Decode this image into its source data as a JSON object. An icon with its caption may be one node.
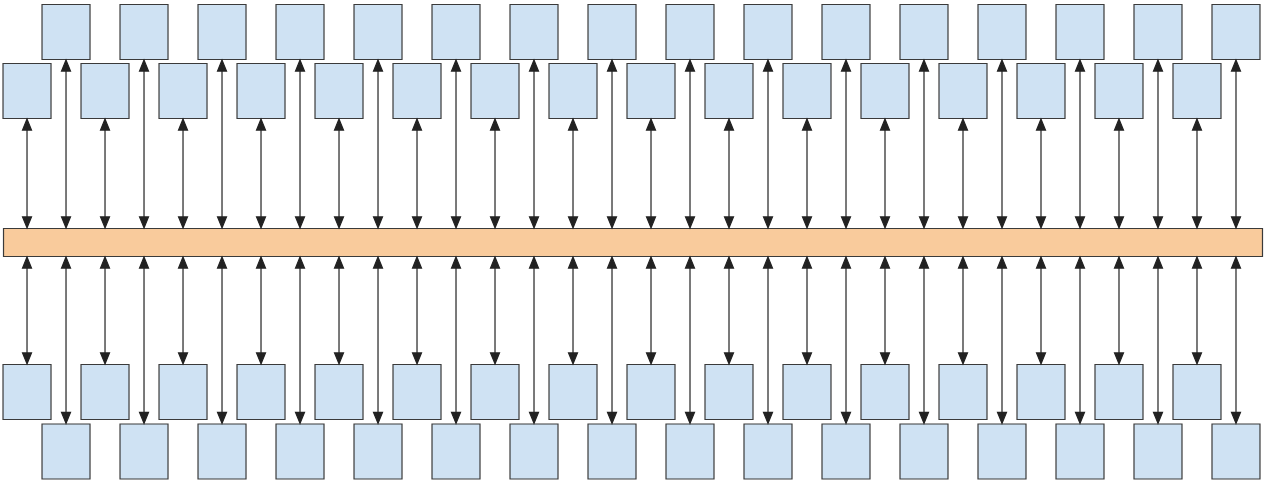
{
  "diagram": {
    "nodes": [
      {
        "text": [],
        "shape": "box"
      },
      {
        "text": [],
        "shape": "box"
      },
      {
        "text": [],
        "shape": "box"
      },
      {
        "text": [],
        "shape": "box"
      },
      {
        "text": [],
        "shape": "box"
      },
      {
        "text": [],
        "shape": "box"
      },
      {
        "text": [],
        "shape": "box"
      },
      {
        "text": [],
        "shape": "box"
      },
      {
        "text": [],
        "shape": "box"
      },
      {
        "text": [],
        "shape": "box"
      },
      {
        "text": [],
        "shape": "box"
      },
      {
        "text": [],
        "shape": "box"
      },
      {
        "text": [],
        "shape": "box"
      },
      {
        "text": [],
        "shape": "box"
      },
      {
        "text": [],
        "shape": "box"
      },
      {
        "text": [],
        "shape": "box"
      },
      {
        "text": [],
        "shape": "box"
      },
      {
        "text": [],
        "shape": "box"
      },
      {
        "text": [],
        "shape": "box"
      },
      {
        "text": [],
        "shape": "box"
      },
      {
        "text": [],
        "shape": "box"
      },
      {
        "text": [],
        "shape": "box"
      },
      {
        "text": [],
        "shape": "box"
      },
      {
        "text": [],
        "shape": "box"
      },
      {
        "text": [],
        "shape": "box"
      },
      {
        "text": [],
        "shape": "box"
      },
      {
        "text": [],
        "shape": "box"
      },
      {
        "text": [],
        "shape": "box"
      },
      {
        "text": [],
        "shape": "box"
      },
      {
        "text": [],
        "shape": "box"
      },
      {
        "text": [],
        "shape": "box"
      },
      {
        "text": [],
        "shape": "box"
      },
      {
        "text": [],
        "shape": "bar"
      },
      {
        "text": [],
        "shape": "box"
      },
      {
        "text": [],
        "shape": "box"
      },
      {
        "text": [],
        "shape": "box"
      },
      {
        "text": [],
        "shape": "box"
      },
      {
        "text": [],
        "shape": "box"
      },
      {
        "text": [],
        "shape": "box"
      },
      {
        "text": [],
        "shape": "box"
      },
      {
        "text": [],
        "shape": "box"
      },
      {
        "text": [],
        "shape": "box"
      },
      {
        "text": [],
        "shape": "box"
      },
      {
        "text": [],
        "shape": "box"
      },
      {
        "text": [],
        "shape": "box"
      },
      {
        "text": [],
        "shape": "box"
      },
      {
        "text": [],
        "shape": "box"
      },
      {
        "text": [],
        "shape": "box"
      },
      {
        "text": [],
        "shape": "box"
      },
      {
        "text": [],
        "shape": "box"
      },
      {
        "text": [],
        "shape": "box"
      },
      {
        "text": [],
        "shape": "box"
      },
      {
        "text": [],
        "shape": "box"
      },
      {
        "text": [],
        "shape": "box"
      },
      {
        "text": [],
        "shape": "box"
      },
      {
        "text": [],
        "shape": "box"
      },
      {
        "text": [],
        "shape": "box"
      },
      {
        "text": [],
        "shape": "box"
      },
      {
        "text": [],
        "shape": "box"
      },
      {
        "text": [],
        "shape": "box"
      },
      {
        "text": [],
        "shape": "box"
      },
      {
        "text": [],
        "shape": "box"
      },
      {
        "text": [],
        "shape": "box"
      },
      {
        "text": [],
        "shape": "box"
      },
      {
        "text": [],
        "shape": "box"
      }
    ],
    "edges": [
      {
        "from": 0,
        "to": 32,
        "arrow": "both"
      },
      {
        "from": 1,
        "to": 32,
        "arrow": "both"
      },
      {
        "from": 2,
        "to": 32,
        "arrow": "both"
      },
      {
        "from": 3,
        "to": 32,
        "arrow": "both"
      },
      {
        "from": 4,
        "to": 32,
        "arrow": "both"
      },
      {
        "from": 5,
        "to": 32,
        "arrow": "both"
      },
      {
        "from": 6,
        "to": 32,
        "arrow": "both"
      },
      {
        "from": 7,
        "to": 32,
        "arrow": "both"
      },
      {
        "from": 8,
        "to": 32,
        "arrow": "both"
      },
      {
        "from": 9,
        "to": 32,
        "arrow": "both"
      },
      {
        "from": 10,
        "to": 32,
        "arrow": "both"
      },
      {
        "from": 11,
        "to": 32,
        "arrow": "both"
      },
      {
        "from": 12,
        "to": 32,
        "arrow": "both"
      },
      {
        "from": 13,
        "to": 32,
        "arrow": "both"
      },
      {
        "from": 14,
        "to": 32,
        "arrow": "both"
      },
      {
        "from": 15,
        "to": 32,
        "arrow": "both"
      },
      {
        "from": 16,
        "to": 32,
        "arrow": "both"
      },
      {
        "from": 17,
        "to": 32,
        "arrow": "both"
      },
      {
        "from": 18,
        "to": 32,
        "arrow": "both"
      },
      {
        "from": 19,
        "to": 32,
        "arrow": "both"
      },
      {
        "from": 20,
        "to": 32,
        "arrow": "both"
      },
      {
        "from": 21,
        "to": 32,
        "arrow": "both"
      },
      {
        "from": 22,
        "to": 32,
        "arrow": "both"
      },
      {
        "from": 23,
        "to": 32,
        "arrow": "both"
      },
      {
        "from": 24,
        "to": 32,
        "arrow": "both"
      },
      {
        "from": 25,
        "to": 32,
        "arrow": "both"
      },
      {
        "from": 26,
        "to": 32,
        "arrow": "both"
      },
      {
        "from": 27,
        "to": 32,
        "arrow": "both"
      },
      {
        "from": 28,
        "to": 32,
        "arrow": "both"
      },
      {
        "from": 29,
        "to": 32,
        "arrow": "both"
      },
      {
        "from": 30,
        "to": 32,
        "arrow": "both"
      },
      {
        "from": 31,
        "to": 32,
        "arrow": "both"
      },
      {
        "from": 32,
        "to": 33,
        "arrow": "both"
      },
      {
        "from": 32,
        "to": 34,
        "arrow": "both"
      },
      {
        "from": 32,
        "to": 35,
        "arrow": "both"
      },
      {
        "from": 32,
        "to": 36,
        "arrow": "both"
      },
      {
        "from": 32,
        "to": 37,
        "arrow": "both"
      },
      {
        "from": 32,
        "to": 38,
        "arrow": "both"
      },
      {
        "from": 32,
        "to": 39,
        "arrow": "both"
      },
      {
        "from": 32,
        "to": 40,
        "arrow": "both"
      },
      {
        "from": 32,
        "to": 41,
        "arrow": "both"
      },
      {
        "from": 32,
        "to": 42,
        "arrow": "both"
      },
      {
        "from": 32,
        "to": 43,
        "arrow": "both"
      },
      {
        "from": 32,
        "to": 44,
        "arrow": "both"
      },
      {
        "from": 32,
        "to": 45,
        "arrow": "both"
      },
      {
        "from": 32,
        "to": 46,
        "arrow": "both"
      },
      {
        "from": 32,
        "to": 47,
        "arrow": "both"
      },
      {
        "from": 32,
        "to": 48,
        "arrow": "both"
      },
      {
        "from": 32,
        "to": 49,
        "arrow": "both"
      },
      {
        "from": 32,
        "to": 50,
        "arrow": "both"
      },
      {
        "from": 32,
        "to": 51,
        "arrow": "both"
      },
      {
        "from": 32,
        "to": 52,
        "arrow": "both"
      },
      {
        "from": 32,
        "to": 53,
        "arrow": "both"
      },
      {
        "from": 32,
        "to": 54,
        "arrow": "both"
      },
      {
        "from": 32,
        "to": 55,
        "arrow": "both"
      },
      {
        "from": 32,
        "to": 56,
        "arrow": "both"
      },
      {
        "from": 32,
        "to": 57,
        "arrow": "both"
      },
      {
        "from": 32,
        "to": 58,
        "arrow": "both"
      },
      {
        "from": 32,
        "to": 59,
        "arrow": "both"
      },
      {
        "from": 32,
        "to": 60,
        "arrow": "both"
      },
      {
        "from": 32,
        "to": 61,
        "arrow": "both"
      },
      {
        "from": 32,
        "to": 62,
        "arrow": "both"
      },
      {
        "from": 32,
        "to": 63,
        "arrow": "both"
      },
      {
        "from": 32,
        "to": 64,
        "arrow": "both"
      }
    ]
  }
}
